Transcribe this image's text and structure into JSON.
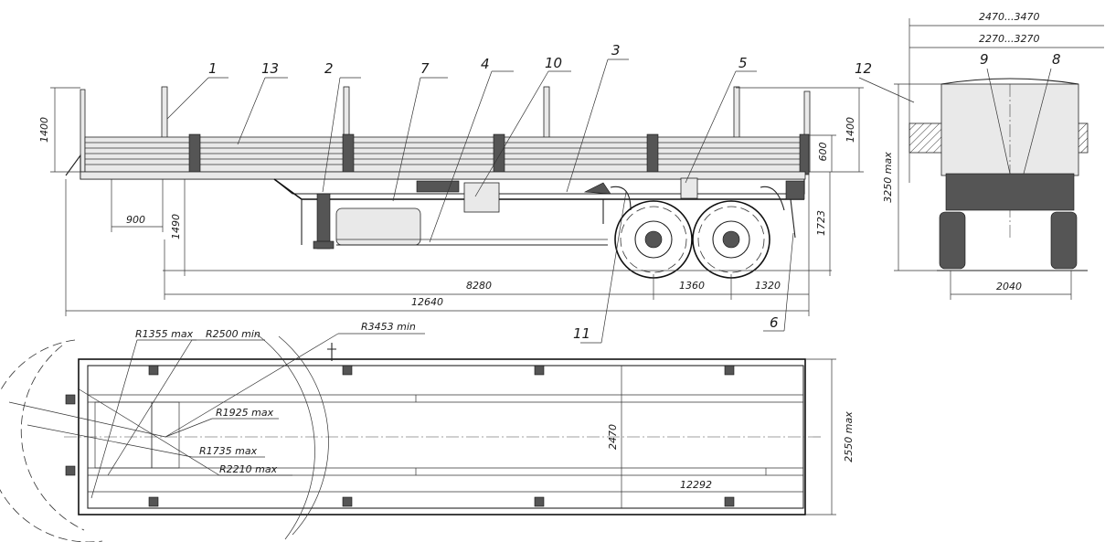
{
  "callouts": [
    "1",
    "2",
    "3",
    "4",
    "5",
    "6",
    "7",
    "8",
    "9",
    "10",
    "11",
    "12",
    "13"
  ],
  "side_dims": {
    "post_height": "1400",
    "post_height_right": "1400",
    "side_height": "600",
    "kingpin": "900",
    "coupling_height": "1490",
    "overall_height": "1723",
    "kingpin_to_axle": "8280",
    "axle_spacing": "1360",
    "rear_overhang": "1320",
    "overall_length": "12640"
  },
  "rear_dims": {
    "width_range_outer": "2470...3470",
    "width_range_inner": "2270...3270",
    "height_max": "3250 max",
    "track": "2040"
  },
  "top_dims": {
    "r_front": "R1355 max",
    "r_min": "R2500 min",
    "r_sweep": "R3453 min",
    "r_a": "R1925 max",
    "r_b": "R1735 max",
    "r_c": "R2210 max",
    "inner_width": "2470",
    "outer_width": "2550 max",
    "platform_length": "12292"
  }
}
